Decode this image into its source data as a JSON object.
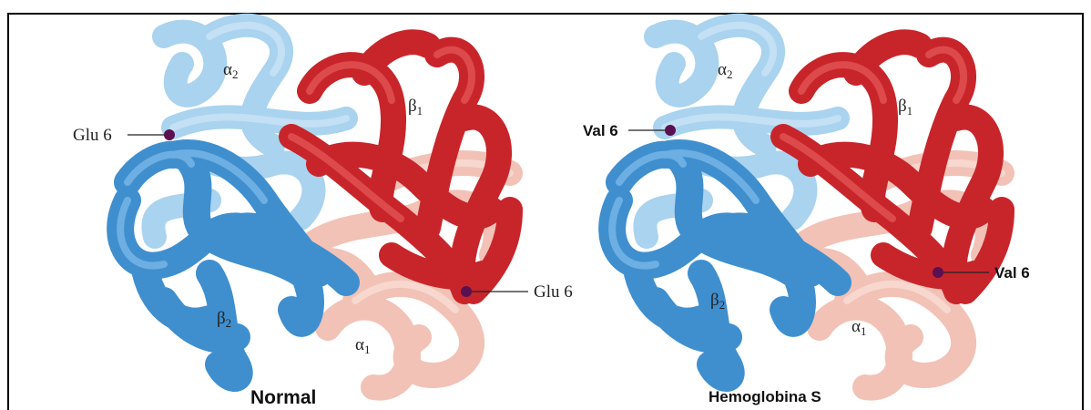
{
  "panels": [
    {
      "caption": "Normal",
      "chains": {
        "a2": "α",
        "a2_sub": "2",
        "b1": "β",
        "b1_sub": "1",
        "b2": "β",
        "b2_sub": "2",
        "a1": "α",
        "a1_sub": "1"
      },
      "marker_top": "Glu 6",
      "marker_bottom": "Glu 6"
    },
    {
      "caption": "Hemoglobina S",
      "chains": {
        "a2": "α",
        "a2_sub": "2",
        "b1": "β",
        "b1_sub": "1",
        "b2": "β",
        "b2_sub": "2",
        "a1": "α",
        "a1_sub": "1"
      },
      "marker_top": "Val 6",
      "marker_bottom": "Val 6"
    }
  ],
  "colors": {
    "alpha2": "#a9d3ee",
    "beta1": "#c8252b",
    "beta2": "#3f8fcf",
    "alpha1": "#f2c2b6",
    "marker": "#5b1050"
  }
}
